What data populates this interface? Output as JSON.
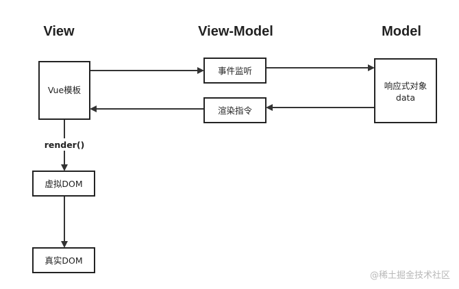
{
  "columns": {
    "view": "View",
    "view_model": "View-Model",
    "model": "Model"
  },
  "nodes": {
    "vue_template": "Vue模板",
    "event_listen": "事件监听",
    "render_directive": "渲染指令",
    "reactive_object_line1": "响应式对象",
    "reactive_object_line2": "data",
    "virtual_dom": "虚拟DOM",
    "real_dom": "真实DOM"
  },
  "edges": {
    "render_call": "render()"
  },
  "watermark": "@稀土掘金技术社区"
}
